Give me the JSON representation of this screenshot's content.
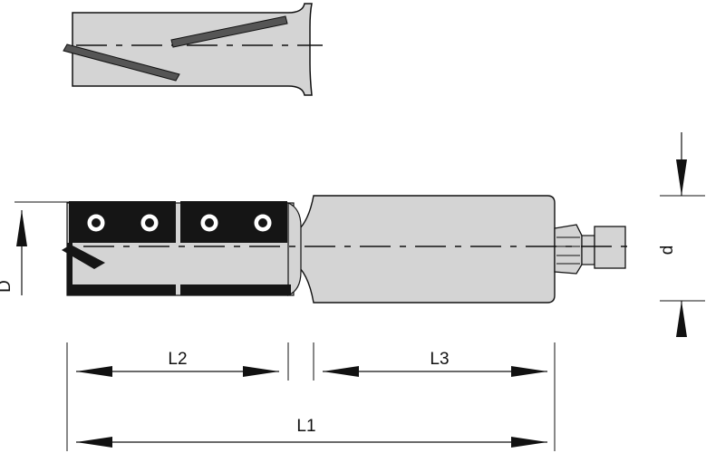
{
  "diagram": {
    "labels": {
      "L1": "L1",
      "L2": "L2",
      "L3": "L3",
      "D": "D",
      "d": "d"
    },
    "colors": {
      "body_fill": "#d4d4d4",
      "knife_fill": "#151515",
      "outline": "#111111",
      "background": "#ffffff"
    }
  }
}
